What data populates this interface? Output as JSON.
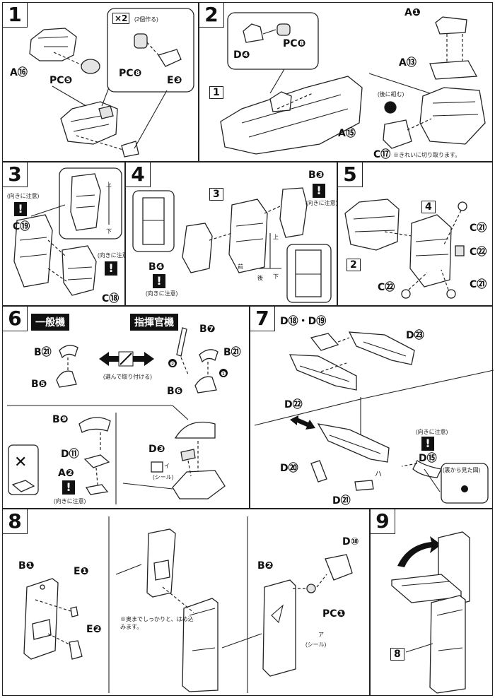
{
  "steps": {
    "s1": {
      "num": "1",
      "labels": {
        "a16": "A⑯",
        "pc5": "PC❺",
        "pc8": "PC❽",
        "e3": "E❸",
        "x2": "×2"
      },
      "x2note": "(2個作る)"
    },
    "s2": {
      "num": "2",
      "labels": {
        "d4": "D❹",
        "pc8": "PC❽",
        "ref1": "1",
        "a15": "A⑮",
        "a1": "A❶",
        "a13": "A⑬",
        "c17": "C⑰"
      },
      "note_back": "(後に組む)",
      "note_cut": "※きれいに切り取ります。"
    },
    "s3": {
      "num": "3",
      "labels": {
        "c19": "C⑲",
        "c18": "C⑱",
        "up": "上",
        "down": "下"
      },
      "note_dir": "(向きに注意)"
    },
    "s4": {
      "num": "4",
      "labels": {
        "ref3": "3",
        "b3": "B❸",
        "b4": "B❹",
        "up": "上",
        "down": "下",
        "front": "前",
        "back": "後"
      },
      "note_dir": "(向きに注意)"
    },
    "s5": {
      "num": "5",
      "labels": {
        "ref4": "4",
        "ref2": "2",
        "c21a": "C㉑",
        "c22a": "C㉒",
        "c21b": "C㉑",
        "c22b": "C㉒"
      }
    },
    "s6": {
      "num": "6",
      "tag_general": "一般機",
      "tag_commander": "指揮官機",
      "labels": {
        "b21a": "B㉑",
        "b5": "B❺",
        "b7": "B❼",
        "b21b": "B㉑",
        "b6": "B❻",
        "b9": "B❾",
        "d11": "D⑪",
        "d3": "D❸",
        "a2": "A❷",
        "step1": "❶",
        "step2": "❷"
      },
      "note_choose": "(選んで取り付ける)",
      "note_dir": "(向きに注意)",
      "note_seal": "(シール)",
      "seal_id": "イ",
      "wrong": "✕"
    },
    "s7": {
      "num": "7",
      "labels": {
        "d18d19": "D⑱・D⑲",
        "d23": "D㉓",
        "d22": "D㉒",
        "d15": "D⑮",
        "d20": "D⑳",
        "d21": "D㉑",
        "ha": "ハ"
      },
      "note_dir": "(向きに注意)",
      "note_back": "(裏から見た図)"
    },
    "s8": {
      "num": "8",
      "labels": {
        "b1": "B❶",
        "e1": "E❶",
        "e2": "E❷",
        "d10": "D⑩",
        "b2": "B❷",
        "pc1": "PC❶",
        "seal_id": "ア"
      },
      "note_push": "※奥までしっかりと、はめ込みます。",
      "note_seal": "(シール)"
    },
    "s9": {
      "num": "9",
      "labels": {
        "ref8": "8"
      }
    }
  }
}
